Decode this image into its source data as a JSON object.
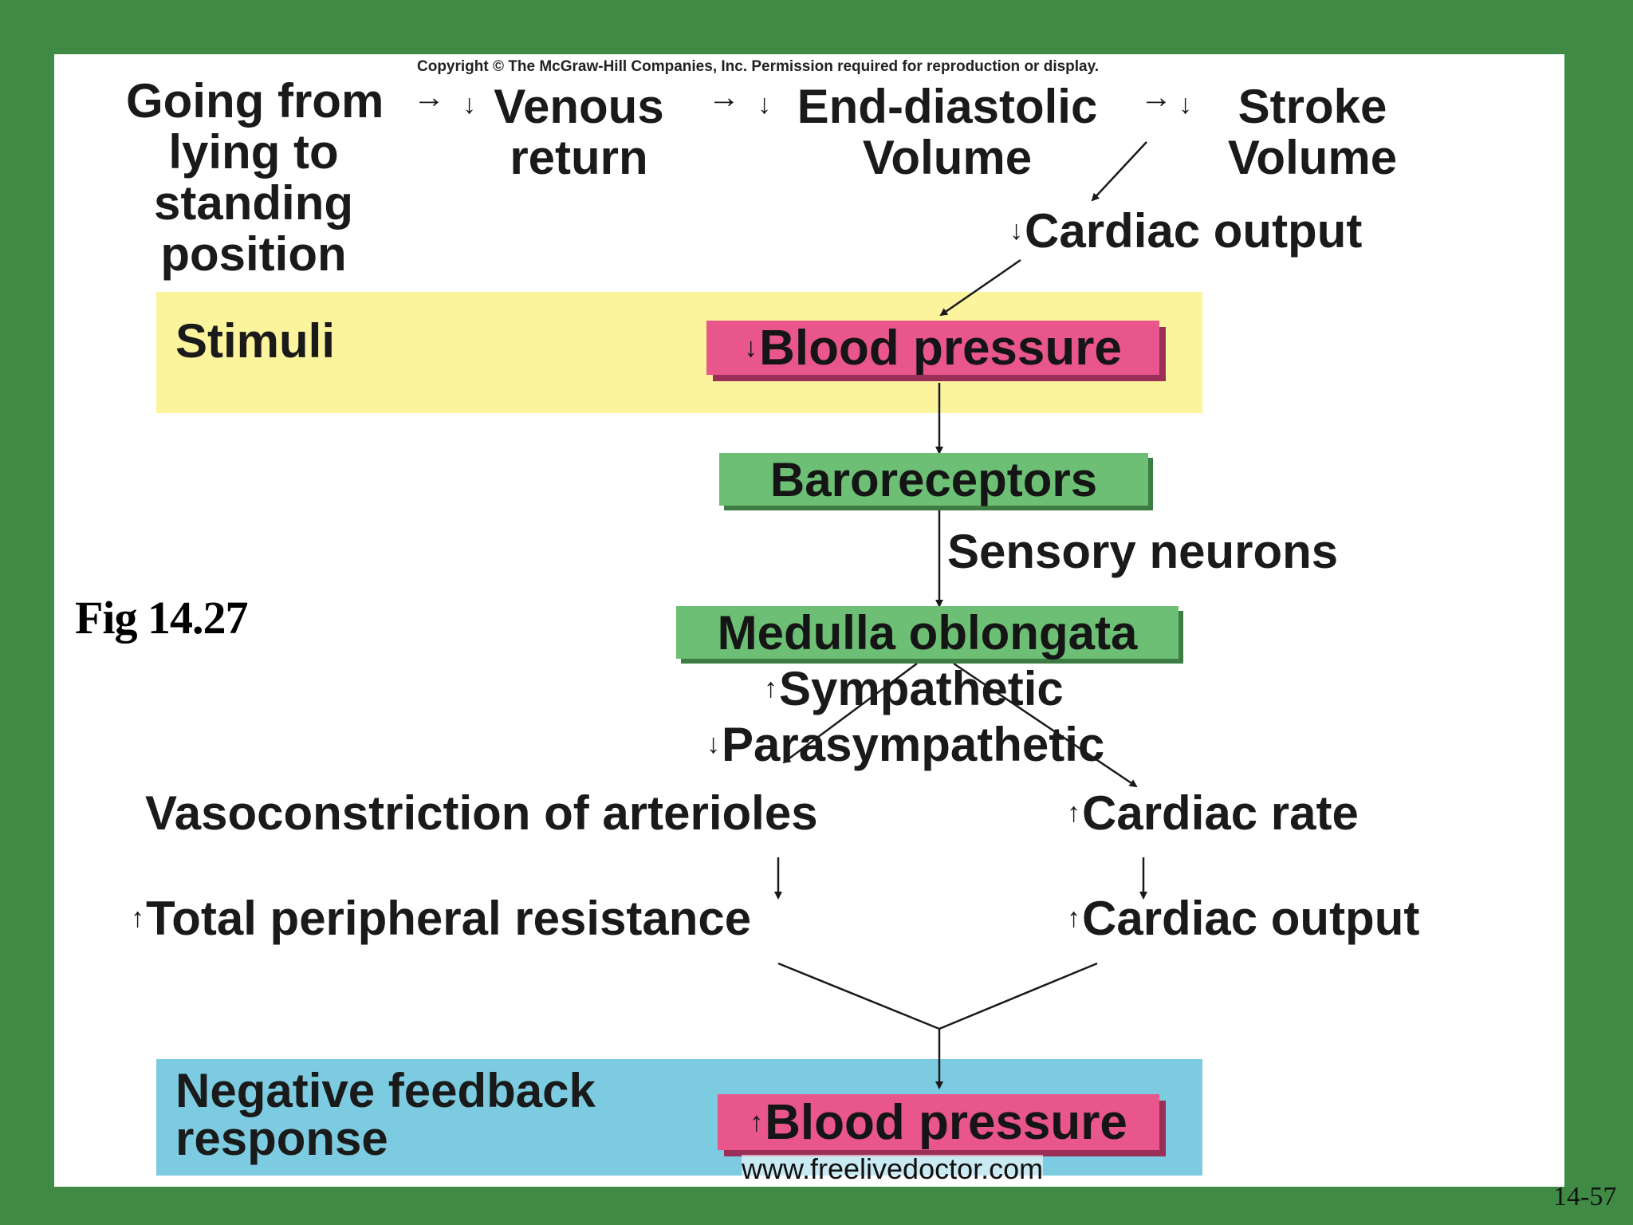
{
  "copyright": "Copyright © The McGraw-Hill Companies, Inc. Permission required for reproduction or display.",
  "chain": {
    "going_from": "Going from\nlying to\nstanding\nposition",
    "venous_return": "Venous\nreturn",
    "end_diastolic_volume": "End-diastolic\nVolume",
    "stroke_volume": "Stroke\nVolume",
    "cardiac_output_top": "Cardiac output"
  },
  "stimuli": {
    "label": "Stimuli",
    "box": "Blood pressure"
  },
  "baroreceptors": "Baroreceptors",
  "sensory_neurons": "Sensory neurons",
  "medulla": "Medulla oblongata",
  "sympathetic": "Sympathetic",
  "parasympathetic": "Parasympathetic",
  "vasoconstriction": "Vasoconstriction of arterioles",
  "cardiac_rate": "Cardiac rate",
  "total_peripheral_resistance": "Total peripheral resistance",
  "cardiac_output_bottom": "Cardiac output",
  "response": {
    "label": "Negative feedback\nresponse",
    "box": "Blood pressure"
  },
  "fig_label": "Fig 14.27",
  "watermark": "www.freelivedoctor.com",
  "slide_number": "14-57",
  "arrows": {
    "down": "↓",
    "up": "↑",
    "right": "→"
  },
  "colors": {
    "background_green": "#3f8a45",
    "stimuli_band": "#fbf49c",
    "response_band": "#7ccbe0",
    "blood_pressure_box": "#e8568c",
    "green_box": "#6cbf74"
  }
}
